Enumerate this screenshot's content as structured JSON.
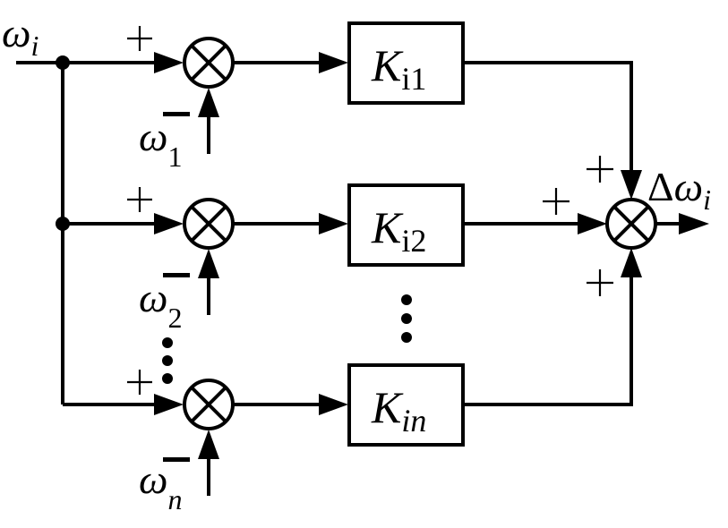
{
  "diagram": {
    "type": "block-diagram",
    "colors": {
      "stroke": "#000000",
      "background": "#ffffff"
    },
    "input": {
      "symbol": "ω",
      "subscript": "i"
    },
    "output": {
      "prefix": "Δ",
      "symbol": "ω",
      "subscript": "i"
    },
    "branches": [
      {
        "id": "1",
        "plus_sign": "+",
        "minus_sign": "−",
        "ref_symbol": "ω",
        "ref_subscript": "1",
        "gain_symbol": "K",
        "gain_subscript": "i1",
        "sum_sign": "+"
      },
      {
        "id": "2",
        "plus_sign": "+",
        "minus_sign": "−",
        "ref_symbol": "ω",
        "ref_subscript": "2",
        "gain_symbol": "K",
        "gain_subscript": "i2",
        "sum_sign": "+"
      },
      {
        "id": "n",
        "plus_sign": "+",
        "minus_sign": "−",
        "ref_symbol": "ω",
        "ref_subscript": "n",
        "gain_symbol": "K",
        "gain_subscript": "in",
        "sum_sign": "+"
      }
    ],
    "ellipsis": "⋮"
  }
}
